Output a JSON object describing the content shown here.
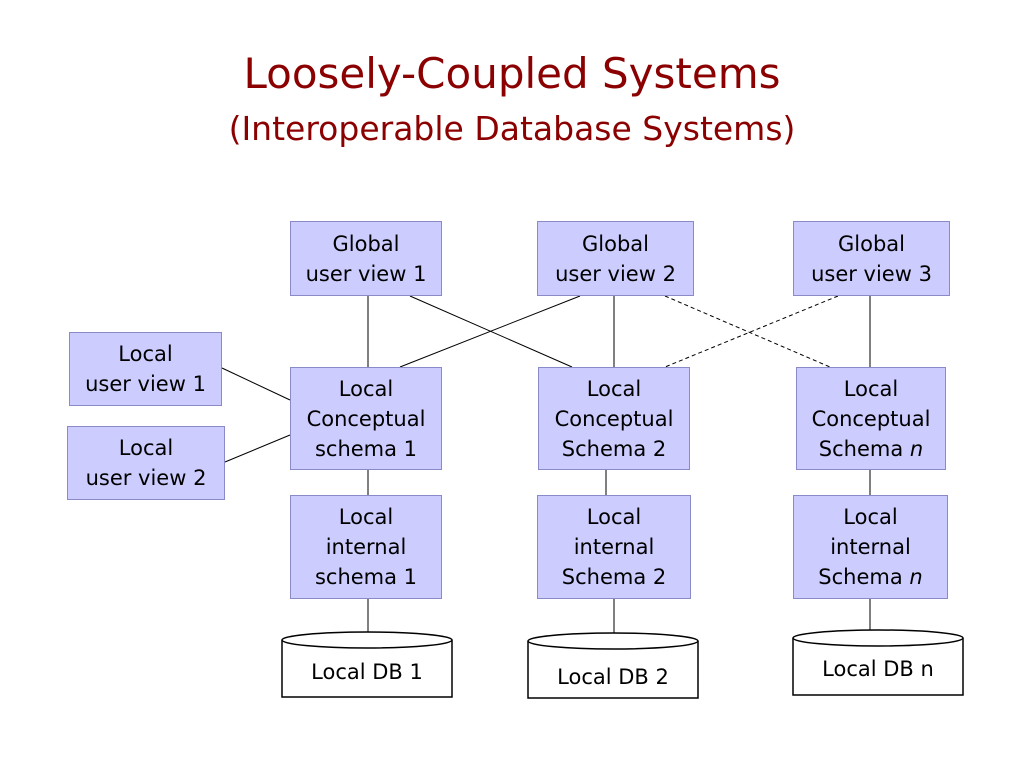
{
  "title": "Loosely-Coupled Systems",
  "subtitle": "(Interoperable Database Systems)",
  "global_views": [
    {
      "line1": "Global",
      "line2": "user view 1"
    },
    {
      "line1": "Global",
      "line2": "user view 2"
    },
    {
      "line1": "Global",
      "line2": "user view 3"
    }
  ],
  "local_views": [
    {
      "line1": "Local",
      "line2": "user view 1"
    },
    {
      "line1": "Local",
      "line2": "user view 2"
    }
  ],
  "conceptual": [
    {
      "line1": "Local",
      "line2": "Conceptual",
      "line3": "schema 1",
      "line3_italic": ""
    },
    {
      "line1": "Local",
      "line2": "Conceptual",
      "line3": "Schema 2",
      "line3_italic": ""
    },
    {
      "line1": "Local",
      "line2": "Conceptual",
      "line3": "Schema ",
      "line3_italic": "n"
    }
  ],
  "internal": [
    {
      "line1": "Local",
      "line2": "internal",
      "line3": "schema 1",
      "line3_italic": ""
    },
    {
      "line1": "Local",
      "line2": "internal",
      "line3": "Schema 2",
      "line3_italic": ""
    },
    {
      "line1": "Local",
      "line2": "internal",
      "line3": "Schema ",
      "line3_italic": "n"
    }
  ],
  "databases": [
    "Local DB 1",
    "Local DB 2",
    "Local DB n"
  ],
  "colors": {
    "title": "#8b0000",
    "box_fill": "#ccccff",
    "box_border": "#8a8ac8"
  }
}
